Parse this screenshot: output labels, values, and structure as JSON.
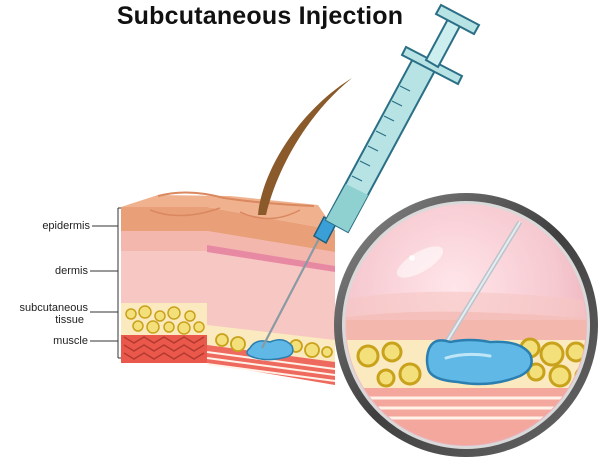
{
  "title": "Subcutaneous Injection",
  "labels": {
    "epidermis": "epidermis",
    "dermis": "dermis",
    "subcutaneous_line1": "subcutaneous",
    "subcutaneous_line2": "tissue",
    "muscle": "muscle"
  },
  "colors": {
    "epidermis": "#e9a078",
    "dermis": "#f7c7c3",
    "fat": "#f4e07a",
    "fat_outline": "#c9a21b",
    "muscle": "#e9584a",
    "muscle_stripe": "#fff2e8",
    "fluid": "#5fb8e6",
    "syringe_barrel": "#b7e3e4",
    "syringe_outline": "#2b6f86",
    "hair": "#8a5a2b",
    "lens_ring": "#5a5a5a"
  },
  "icons": {
    "syringe": "syringe-icon",
    "magnifier": "magnifier-lens"
  }
}
